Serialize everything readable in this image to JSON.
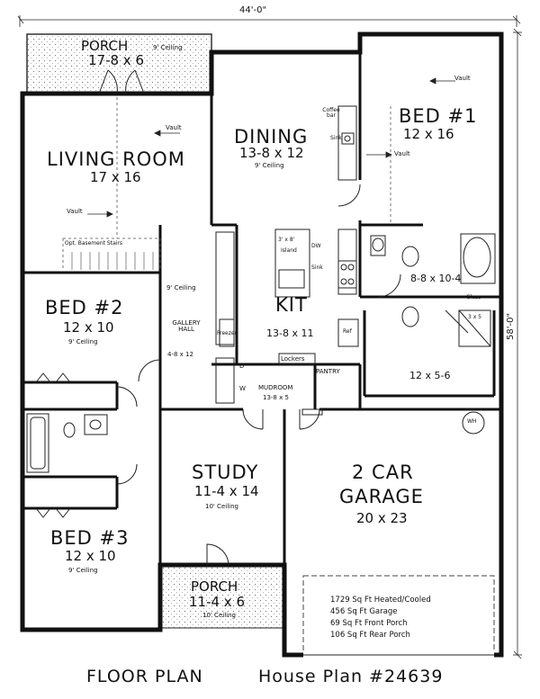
{
  "plan_title": "FLOOR PLAN",
  "plan_number": "House Plan #24639",
  "overall_width": "44'-0\"",
  "overall_depth": "58'-0\"",
  "rooms": {
    "rear_porch": {
      "name": "PORCH",
      "size": "17-8 x 6",
      "note": "9' Ceiling"
    },
    "living": {
      "name": "LIVING ROOM",
      "size": "17 x 16",
      "vault": "Vault",
      "stairs": "Opt. Basement Stairs"
    },
    "dining": {
      "name": "DINING",
      "size": "13-8 x 12",
      "note": "9' Ceiling"
    },
    "bed1": {
      "name": "BED #1",
      "size": "12 x 16",
      "vault": "Vault"
    },
    "bath1": {
      "size": "8-8 x 10-4"
    },
    "closet1": {
      "size": "12 x 5-6"
    },
    "shower": {
      "glass": "Glass",
      "size": "3 x 5"
    },
    "kitchen": {
      "name": "KIT",
      "size": "13-8 x 11",
      "island": "3' x 8'",
      "island_label": "Island",
      "sink": "Sink",
      "dw": "DW",
      "fridge": "Ref",
      "freezer": "Freezer",
      "coffee": "Coffee bar",
      "coffee_sink": "Sink"
    },
    "pantry": {
      "name": "PANTRY"
    },
    "mudroom": {
      "name": "MUDROOM",
      "size": "13-8 x 5",
      "lockers": "Lockers"
    },
    "gallery": {
      "name": "GALLERY HALL",
      "size": "4-8 x 12",
      "note": "9' Ceiling"
    },
    "laundry": {
      "d": "D",
      "w": "W"
    },
    "bed2": {
      "name": "BED #2",
      "size": "12 x 10",
      "note": "9' Ceiling"
    },
    "bed3": {
      "name": "BED #3",
      "size": "12 x 10",
      "note": "9' Ceiling"
    },
    "study": {
      "name": "STUDY",
      "size": "11-4 x 14",
      "note": "10' Ceiling"
    },
    "front_porch": {
      "name": "PORCH",
      "size": "11-4 x 6",
      "note": "10' Ceiling"
    },
    "garage": {
      "name_line1": "2 CAR",
      "name_line2": "GARAGE",
      "size": "20 x 23",
      "wh": "WH"
    }
  },
  "stats": [
    "1729 Sq Ft Heated/Cooled",
    "456 Sq Ft Garage",
    "69 Sq Ft Front Porch",
    "106 Sq Ft Rear Porch"
  ]
}
